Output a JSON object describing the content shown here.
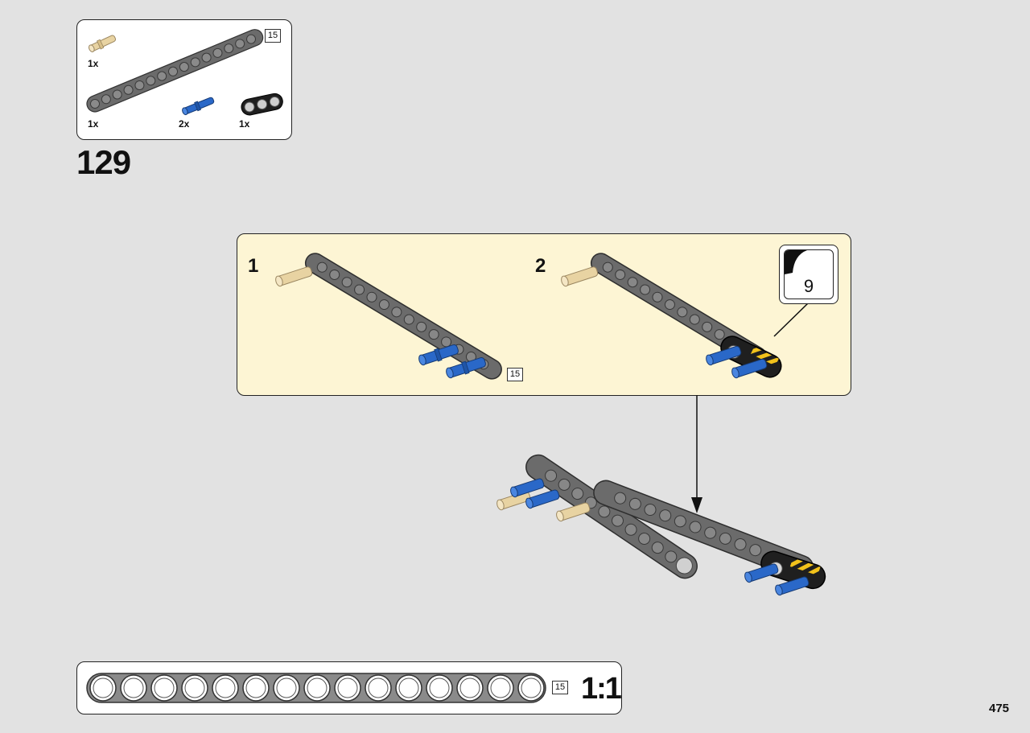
{
  "parts_list": {
    "items": [
      {
        "part": "tan-pin-icon",
        "qty": "1x"
      },
      {
        "part": "gray-beam-15-icon",
        "qty": "1x"
      },
      {
        "part": "blue-pin-icon",
        "qty": "2x"
      },
      {
        "part": "black-beam-3-icon",
        "qty": "1x"
      }
    ],
    "beam_length": "15"
  },
  "step": {
    "number": "129"
  },
  "substeps": {
    "first": {
      "number": "1",
      "beam_length": "15"
    },
    "second": {
      "number": "2"
    }
  },
  "callout": {
    "number": "9"
  },
  "scale": {
    "beam_length": "15",
    "label": "1:1",
    "hole_count": 15
  },
  "page": {
    "number": "475"
  },
  "colors": {
    "background": "#e2e2e2",
    "substep_panel": "#fdf5d4",
    "beam_gray": "#6b6b6b",
    "beam_black": "#1f1f1f",
    "pin_blue": "#2a68c8",
    "pin_tan": "#e8d3a2",
    "stripe_yellow": "#f2c21b"
  }
}
